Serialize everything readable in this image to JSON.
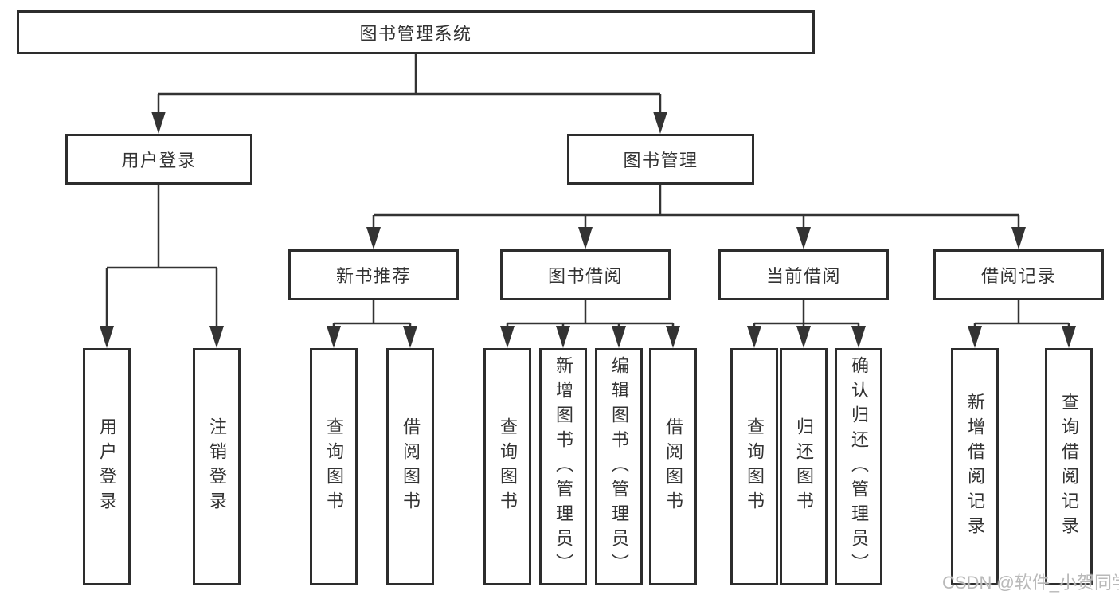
{
  "diagram": {
    "root": {
      "label": "图书管理系统",
      "children": [
        {
          "label": "用户登录",
          "children": [
            {
              "label": "用户登录"
            },
            {
              "label": "注销登录"
            }
          ]
        },
        {
          "label": "图书管理",
          "children": [
            {
              "label": "新书推荐",
              "children": [
                {
                  "label": "查询图书"
                },
                {
                  "label": "借阅图书"
                }
              ]
            },
            {
              "label": "图书借阅",
              "children": [
                {
                  "label": "查询图书"
                },
                {
                  "label": "新增图书（管理员）"
                },
                {
                  "label": "编辑图书（管理员）"
                },
                {
                  "label": "借阅图书"
                }
              ]
            },
            {
              "label": "当前借阅",
              "children": [
                {
                  "label": "查询图书"
                },
                {
                  "label": "归还图书"
                },
                {
                  "label": "确认归还（管理员）"
                }
              ]
            },
            {
              "label": "借阅记录",
              "children": [
                {
                  "label": "新增借阅记录"
                },
                {
                  "label": "查询借阅记录"
                }
              ]
            }
          ]
        }
      ]
    },
    "watermark": "CSDN @软件_小贺同学",
    "colors": {
      "border": "#2d2d2d",
      "line": "#333333",
      "text": "#333333",
      "watermark": "#b9b9b9",
      "background": "#ffffff"
    }
  }
}
